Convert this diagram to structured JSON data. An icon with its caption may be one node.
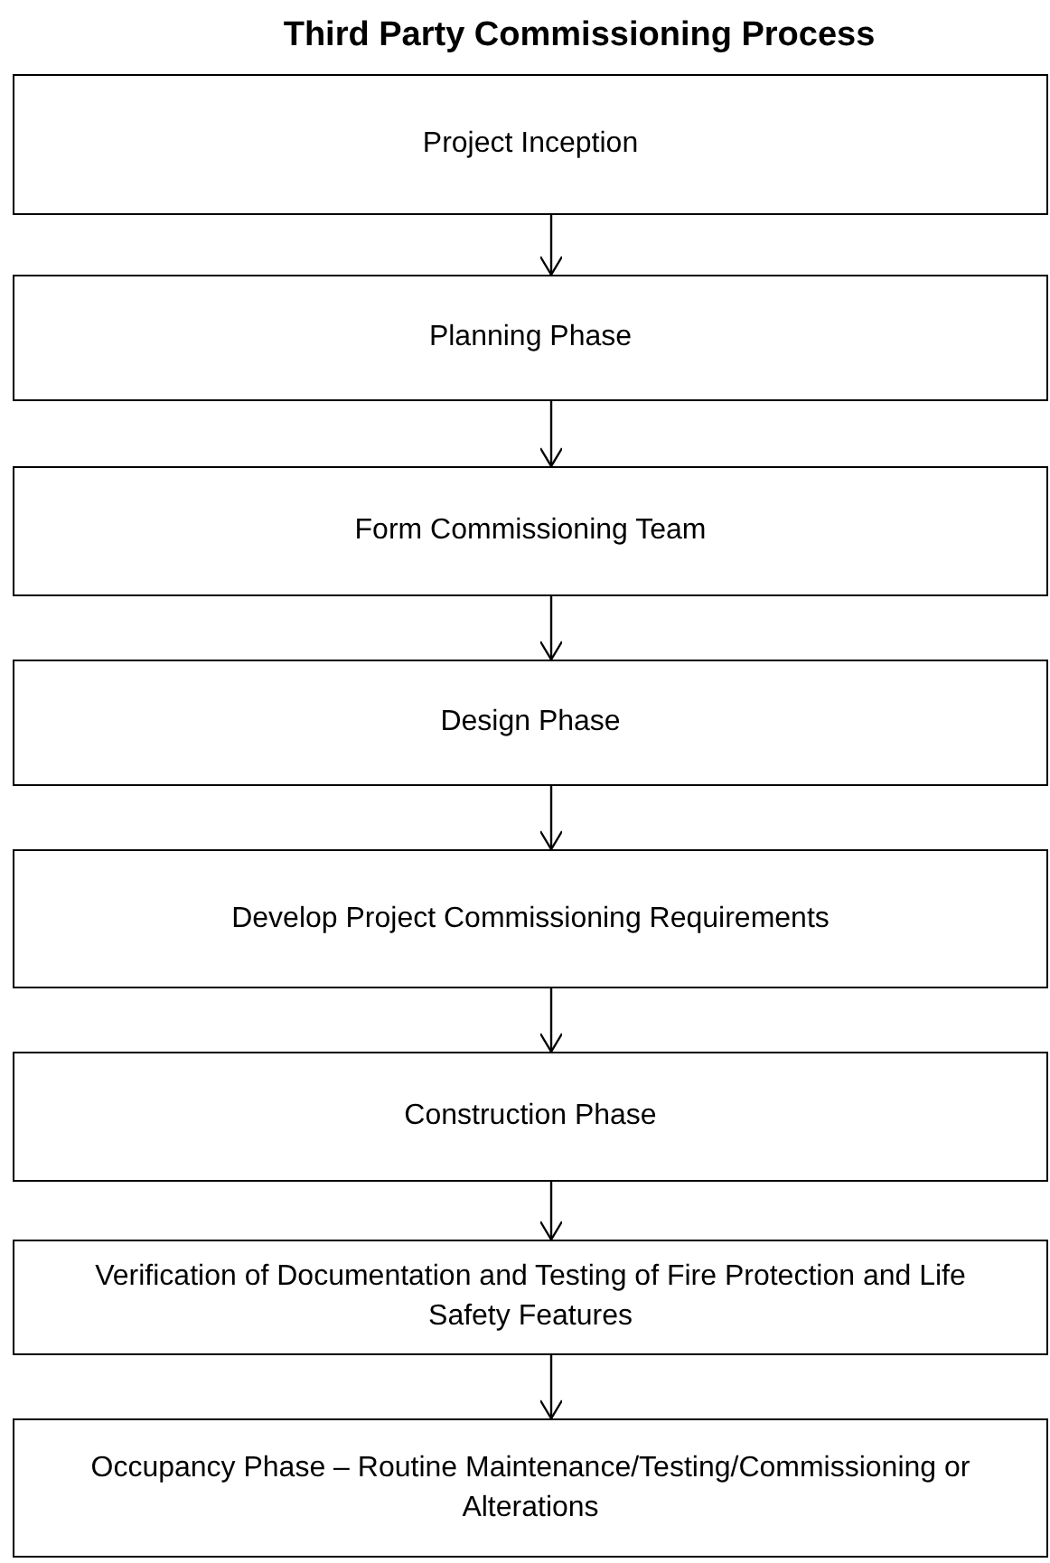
{
  "diagram": {
    "title": "Third Party Commissioning Process",
    "nodes": [
      {
        "text": [
          "Project Inception"
        ]
      },
      {
        "text": [
          "Planning Phase"
        ]
      },
      {
        "text": [
          "Form Commissioning Team"
        ]
      },
      {
        "text": [
          "Design Phase"
        ]
      },
      {
        "text": [
          "Develop Project Commissioning Requirements"
        ]
      },
      {
        "text": [
          "Construction Phase"
        ]
      },
      {
        "text": [
          "Verification of Documentation and Testing of Fire Protection and Life Safety Features"
        ]
      },
      {
        "text": [
          "Occupancy Phase – Routine Maintenance/Testing/Commissioning or Alterations"
        ]
      }
    ],
    "edges": [
      {
        "from": 0,
        "to": 1,
        "arrow": "to"
      },
      {
        "from": 1,
        "to": 2,
        "arrow": "to"
      },
      {
        "from": 2,
        "to": 3,
        "arrow": "to"
      },
      {
        "from": 3,
        "to": 4,
        "arrow": "to"
      },
      {
        "from": 4,
        "to": 5,
        "arrow": "to"
      },
      {
        "from": 5,
        "to": 6,
        "arrow": "to"
      },
      {
        "from": 6,
        "to": 7,
        "arrow": "to"
      }
    ]
  }
}
